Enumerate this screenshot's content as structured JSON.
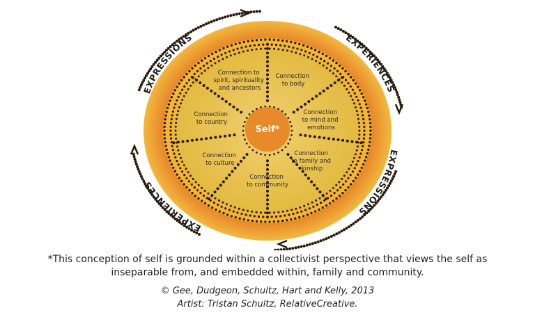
{
  "center_label": "Self*",
  "segments": [
    {
      "lines": [
        "Connection to",
        "spirit, spirituality",
        "and ancestors"
      ]
    },
    {
      "lines": [
        "Connection",
        "to body"
      ]
    },
    {
      "lines": [
        "Connection",
        "to mind and",
        "emotions"
      ]
    },
    {
      "lines": [
        "Connection",
        "to family and",
        "kinship"
      ]
    },
    {
      "lines": [
        "Connection",
        "to community"
      ]
    },
    {
      "lines": [
        "Connection",
        "to culture"
      ]
    },
    {
      "lines": [
        "Connection",
        "to country"
      ]
    }
  ],
  "ring_labels": {
    "top_left": "EXPRESSIONS",
    "top_right": "EXPERIENCES",
    "bottom_right": "EXPRESSIONS",
    "bottom_left": "EXPERIENCES"
  },
  "colors": {
    "outer_ring": "#e8892a",
    "inner_ring": "#f3b030",
    "inner_disc": "#ecc74e",
    "center": "#e8892a",
    "dots": "#2a1a0a"
  },
  "caption": {
    "note_line1": "*This conception of self is grounded within a collectivist perspective that views the self as",
    "note_line2": "inseparable from, and embedded within, family and community.",
    "credit": "© Gee, Dudgeon, Schultz, Hart and Kelly, 2013",
    "artist": "Artist: Tristan Schultz, RelativeCreative."
  }
}
